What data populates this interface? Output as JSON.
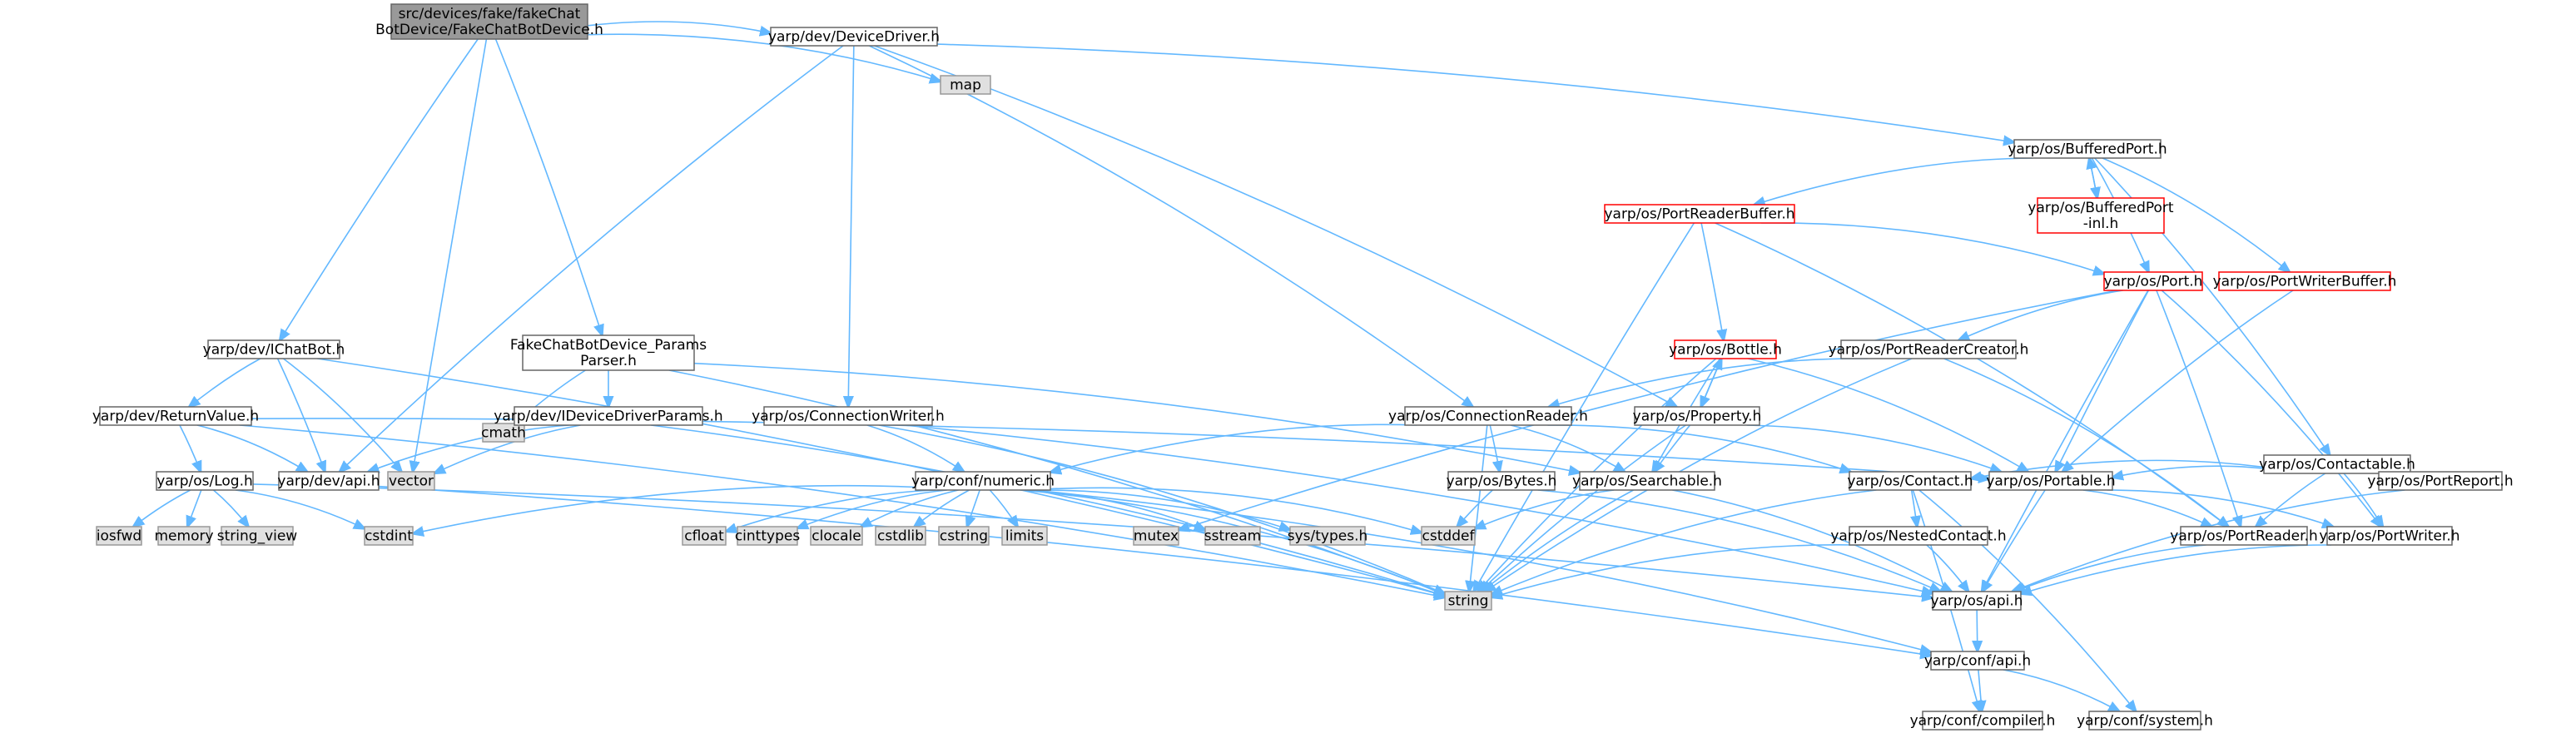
{
  "diagram": {
    "nodes": [
      {
        "id": "root",
        "lines": [
          "src/devices/fake/fakeChat",
          "BotDevice/FakeChatBotDevice.h"
        ],
        "style": "root"
      },
      {
        "id": "devicedriver",
        "lines": [
          "yarp/dev/DeviceDriver.h"
        ],
        "style": "normal"
      },
      {
        "id": "map",
        "lines": [
          "map"
        ],
        "style": "grey"
      },
      {
        "id": "bufferedport",
        "lines": [
          "yarp/os/BufferedPort.h"
        ],
        "style": "normal"
      },
      {
        "id": "portreaderbuffer",
        "lines": [
          "yarp/os/PortReaderBuffer.h"
        ],
        "style": "red"
      },
      {
        "id": "bufferedportinl",
        "lines": [
          "yarp/os/BufferedPort",
          "-inl.h"
        ],
        "style": "red"
      },
      {
        "id": "port",
        "lines": [
          "yarp/os/Port.h"
        ],
        "style": "red"
      },
      {
        "id": "portwriterbuffer",
        "lines": [
          "yarp/os/PortWriterBuffer.h"
        ],
        "style": "red"
      },
      {
        "id": "ichatbot",
        "lines": [
          "yarp/dev/IChatBot.h"
        ],
        "style": "normal"
      },
      {
        "id": "paramsparser",
        "lines": [
          "FakeChatBotDevice_Params",
          "Parser.h"
        ],
        "style": "normal"
      },
      {
        "id": "bottle",
        "lines": [
          "yarp/os/Bottle.h"
        ],
        "style": "red"
      },
      {
        "id": "portreadercreator",
        "lines": [
          "yarp/os/PortReaderCreator.h"
        ],
        "style": "normal"
      },
      {
        "id": "contactable",
        "lines": [
          "yarp/os/Contactable.h"
        ],
        "style": "normal"
      },
      {
        "id": "returnvalue",
        "lines": [
          "yarp/dev/ReturnValue.h"
        ],
        "style": "normal"
      },
      {
        "id": "cmath",
        "lines": [
          "cmath"
        ],
        "style": "grey"
      },
      {
        "id": "ideviceparams",
        "lines": [
          "yarp/dev/IDeviceDriverParams.h"
        ],
        "style": "normal"
      },
      {
        "id": "connwriter",
        "lines": [
          "yarp/os/ConnectionWriter.h"
        ],
        "style": "normal"
      },
      {
        "id": "connreader",
        "lines": [
          "yarp/os/ConnectionReader.h"
        ],
        "style": "normal"
      },
      {
        "id": "property",
        "lines": [
          "yarp/os/Property.h"
        ],
        "style": "normal"
      },
      {
        "id": "log",
        "lines": [
          "yarp/os/Log.h"
        ],
        "style": "normal"
      },
      {
        "id": "devapi",
        "lines": [
          "yarp/dev/api.h"
        ],
        "style": "normal"
      },
      {
        "id": "vector",
        "lines": [
          "vector"
        ],
        "style": "grey"
      },
      {
        "id": "numeric",
        "lines": [
          "yarp/conf/numeric.h"
        ],
        "style": "normal"
      },
      {
        "id": "bytes",
        "lines": [
          "yarp/os/Bytes.h"
        ],
        "style": "normal"
      },
      {
        "id": "searchable",
        "lines": [
          "yarp/os/Searchable.h"
        ],
        "style": "normal"
      },
      {
        "id": "contact",
        "lines": [
          "yarp/os/Contact.h"
        ],
        "style": "normal"
      },
      {
        "id": "portable",
        "lines": [
          "yarp/os/Portable.h"
        ],
        "style": "normal"
      },
      {
        "id": "portreport",
        "lines": [
          "yarp/os/PortReport.h"
        ],
        "style": "normal"
      },
      {
        "id": "iosfwd",
        "lines": [
          "iosfwd"
        ],
        "style": "grey"
      },
      {
        "id": "memory",
        "lines": [
          "memory"
        ],
        "style": "grey"
      },
      {
        "id": "string_view",
        "lines": [
          "string_view"
        ],
        "style": "grey"
      },
      {
        "id": "cstdint",
        "lines": [
          "cstdint"
        ],
        "style": "grey"
      },
      {
        "id": "cfloat",
        "lines": [
          "cfloat"
        ],
        "style": "grey"
      },
      {
        "id": "cinttypes",
        "lines": [
          "cinttypes"
        ],
        "style": "grey"
      },
      {
        "id": "clocale",
        "lines": [
          "clocale"
        ],
        "style": "grey"
      },
      {
        "id": "cstdlib",
        "lines": [
          "cstdlib"
        ],
        "style": "grey"
      },
      {
        "id": "cstring",
        "lines": [
          "cstring"
        ],
        "style": "grey"
      },
      {
        "id": "limits",
        "lines": [
          "limits"
        ],
        "style": "grey"
      },
      {
        "id": "mutex",
        "lines": [
          "mutex"
        ],
        "style": "grey"
      },
      {
        "id": "sstream",
        "lines": [
          "sstream"
        ],
        "style": "grey"
      },
      {
        "id": "systypes",
        "lines": [
          "sys/types.h"
        ],
        "style": "grey"
      },
      {
        "id": "cstddef",
        "lines": [
          "cstddef"
        ],
        "style": "grey"
      },
      {
        "id": "nestedcontact",
        "lines": [
          "yarp/os/NestedContact.h"
        ],
        "style": "normal"
      },
      {
        "id": "portreader",
        "lines": [
          "yarp/os/PortReader.h"
        ],
        "style": "normal"
      },
      {
        "id": "portwriter",
        "lines": [
          "yarp/os/PortWriter.h"
        ],
        "style": "normal"
      },
      {
        "id": "string",
        "lines": [
          "string"
        ],
        "style": "grey"
      },
      {
        "id": "osapi",
        "lines": [
          "yarp/os/api.h"
        ],
        "style": "normal"
      },
      {
        "id": "confapi",
        "lines": [
          "yarp/conf/api.h"
        ],
        "style": "normal"
      },
      {
        "id": "compiler",
        "lines": [
          "yarp/conf/compiler.h"
        ],
        "style": "normal"
      },
      {
        "id": "system",
        "lines": [
          "yarp/conf/system.h"
        ],
        "style": "normal"
      }
    ],
    "edges": [
      [
        "root",
        "devicedriver"
      ],
      [
        "root",
        "map"
      ],
      [
        "root",
        "ichatbot"
      ],
      [
        "root",
        "paramsparser"
      ],
      [
        "root",
        "vector"
      ],
      [
        "devicedriver",
        "bufferedport"
      ],
      [
        "devicedriver",
        "devapi"
      ],
      [
        "devicedriver",
        "connwriter"
      ],
      [
        "devicedriver",
        "connreader"
      ],
      [
        "devicedriver",
        "property"
      ],
      [
        "bufferedport",
        "portreaderbuffer"
      ],
      [
        "bufferedport",
        "bufferedportinl"
      ],
      [
        "bufferedport",
        "port"
      ],
      [
        "bufferedport",
        "portwriterbuffer"
      ],
      [
        "bufferedport",
        "contactable"
      ],
      [
        "bufferedportinl",
        "bufferedport"
      ],
      [
        "portreaderbuffer",
        "string"
      ],
      [
        "portreaderbuffer",
        "bottle"
      ],
      [
        "portreaderbuffer",
        "port"
      ],
      [
        "portreaderbuffer",
        "portreader"
      ],
      [
        "port",
        "portreadercreator"
      ],
      [
        "port",
        "portable"
      ],
      [
        "port",
        "portreader"
      ],
      [
        "port",
        "portwriter"
      ],
      [
        "port",
        "osapi"
      ],
      [
        "port",
        "mutex"
      ],
      [
        "portwriterbuffer",
        "portable"
      ],
      [
        "ichatbot",
        "returnvalue"
      ],
      [
        "ichatbot",
        "devapi"
      ],
      [
        "ichatbot",
        "vector"
      ],
      [
        "ichatbot",
        "string"
      ],
      [
        "paramsparser",
        "cmath"
      ],
      [
        "paramsparser",
        "ideviceparams"
      ],
      [
        "paramsparser",
        "searchable"
      ],
      [
        "paramsparser",
        "string"
      ],
      [
        "bottle",
        "property"
      ],
      [
        "bottle",
        "searchable"
      ],
      [
        "bottle",
        "portable"
      ],
      [
        "bottle",
        "string"
      ],
      [
        "portreadercreator",
        "connreader"
      ],
      [
        "portreadercreator",
        "portreader"
      ],
      [
        "portreadercreator",
        "string"
      ],
      [
        "contactable",
        "contact"
      ],
      [
        "contactable",
        "portable"
      ],
      [
        "contactable",
        "portreader"
      ],
      [
        "contactable",
        "portwriter"
      ],
      [
        "contactable",
        "portreport"
      ],
      [
        "returnvalue",
        "log"
      ],
      [
        "returnvalue",
        "devapi"
      ],
      [
        "returnvalue",
        "portable"
      ],
      [
        "returnvalue",
        "string"
      ],
      [
        "ideviceparams",
        "devapi"
      ],
      [
        "ideviceparams",
        "vector"
      ],
      [
        "ideviceparams",
        "string"
      ],
      [
        "connwriter",
        "numeric"
      ],
      [
        "connwriter",
        "osapi"
      ],
      [
        "connwriter",
        "string"
      ],
      [
        "connreader",
        "numeric"
      ],
      [
        "connreader",
        "bytes"
      ],
      [
        "connreader",
        "searchable"
      ],
      [
        "connreader",
        "contact"
      ],
      [
        "connreader",
        "string"
      ],
      [
        "property",
        "bottle"
      ],
      [
        "property",
        "searchable"
      ],
      [
        "property",
        "portable"
      ],
      [
        "property",
        "string"
      ],
      [
        "log",
        "iosfwd"
      ],
      [
        "log",
        "memory"
      ],
      [
        "log",
        "string_view"
      ],
      [
        "log",
        "cstdint"
      ],
      [
        "log",
        "osapi"
      ],
      [
        "devapi",
        "confapi"
      ],
      [
        "numeric",
        "cstdint"
      ],
      [
        "numeric",
        "cfloat"
      ],
      [
        "numeric",
        "cinttypes"
      ],
      [
        "numeric",
        "clocale"
      ],
      [
        "numeric",
        "cstdlib"
      ],
      [
        "numeric",
        "cstring"
      ],
      [
        "numeric",
        "limits"
      ],
      [
        "numeric",
        "sstream"
      ],
      [
        "numeric",
        "systypes"
      ],
      [
        "numeric",
        "string"
      ],
      [
        "numeric",
        "cstddef"
      ],
      [
        "numeric",
        "confapi"
      ],
      [
        "bytes",
        "cstddef"
      ],
      [
        "bytes",
        "osapi"
      ],
      [
        "searchable",
        "cstddef"
      ],
      [
        "searchable",
        "string"
      ],
      [
        "searchable",
        "osapi"
      ],
      [
        "contact",
        "nestedcontact"
      ],
      [
        "contact",
        "string"
      ],
      [
        "contact",
        "compiler"
      ],
      [
        "contact",
        "system"
      ],
      [
        "portable",
        "portreader"
      ],
      [
        "portable",
        "portwriter"
      ],
      [
        "portable",
        "osapi"
      ],
      [
        "portreport",
        "osapi"
      ],
      [
        "nestedcontact",
        "osapi"
      ],
      [
        "nestedcontact",
        "string"
      ],
      [
        "portreader",
        "osapi"
      ],
      [
        "portwriter",
        "osapi"
      ],
      [
        "osapi",
        "confapi"
      ],
      [
        "confapi",
        "compiler"
      ],
      [
        "confapi",
        "system"
      ]
    ]
  }
}
